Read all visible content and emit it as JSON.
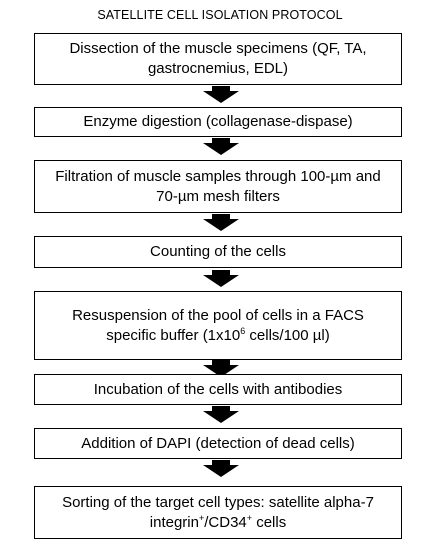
{
  "title": "SATELLITE CELL ISOLATION PROTOCOL",
  "steps": [
    {
      "line1": "Dissection of the muscle specimens (QF, TA,",
      "line2": "gastrocnemius, EDL)"
    },
    {
      "line1": "Enzyme digestion (collagenase-dispase)"
    },
    {
      "line1": "Filtration of muscle samples through 100-µm and",
      "line2": "70-µm mesh filters"
    },
    {
      "line1": "Counting of the cells"
    },
    {
      "line1": "Resuspension of the pool of cells in a FACS",
      "line2_pre": "specific buffer (1x10",
      "line2_sup": "6",
      "line2_post": " cells/100 µl)"
    },
    {
      "line1": "Incubation of the cells with antibodies"
    },
    {
      "line1": "Addition of DAPI (detection of dead cells)"
    },
    {
      "line1": "Sorting of the target cell types: satellite alpha-7",
      "line2_pre": "integrin",
      "line2_sup": "+",
      "line2_mid": "/CD34",
      "line2_sup2": "+",
      "line2_post": " cells"
    }
  ],
  "colors": {
    "border": "#000000",
    "arrow": "#000000",
    "background": "#ffffff"
  }
}
